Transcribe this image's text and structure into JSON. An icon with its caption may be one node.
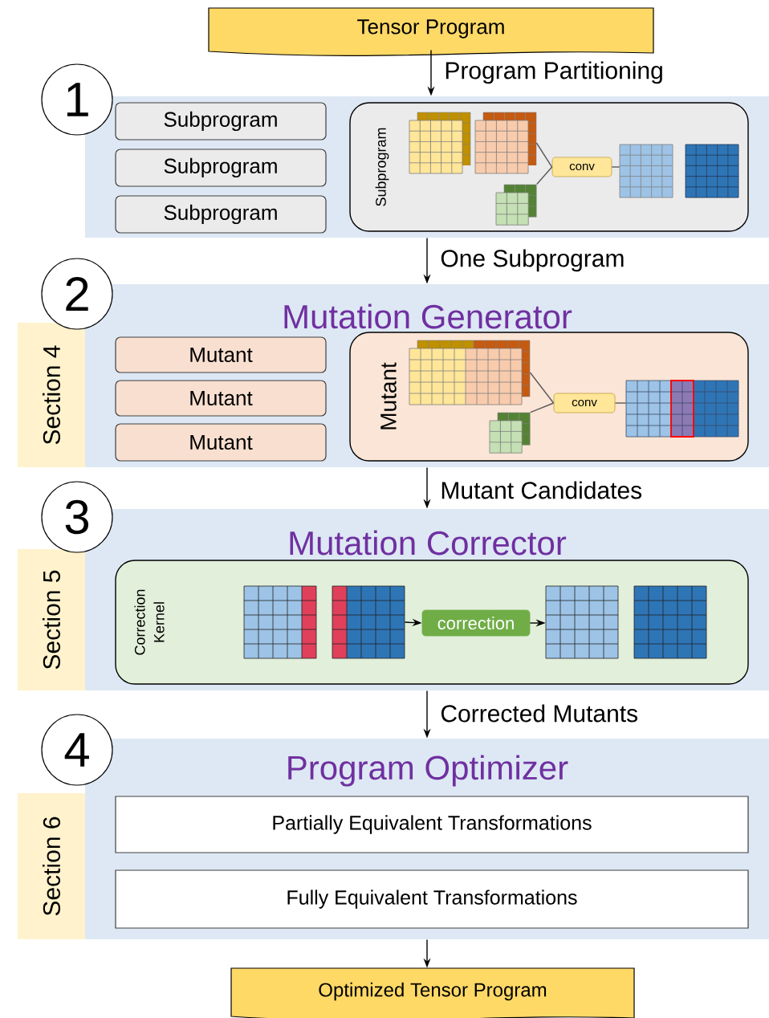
{
  "diagram": {
    "nodes": [
      {
        "text": [
          "Tensor Program"
        ]
      },
      {
        "text": [
          "1"
        ]
      },
      {
        "text": [],
        "shape": "box"
      },
      {
        "text": [
          "Subprogram"
        ],
        "in": 2
      },
      {
        "text": [
          "Subprogram"
        ],
        "in": 2
      },
      {
        "text": [
          "Subprogram"
        ],
        "in": 2
      },
      {
        "text": [
          "Subprogram"
        ],
        "in": 2
      },
      {
        "text": [],
        "shape": "grid",
        "in": 6
      },
      {
        "text": [],
        "shape": "grid",
        "in": 6
      },
      {
        "text": [],
        "shape": "grid",
        "in": 6
      },
      {
        "text": [
          "conv"
        ],
        "in": 6
      },
      {
        "text": [],
        "shape": "grid",
        "in": 6
      },
      {
        "text": [],
        "shape": "grid",
        "in": 6
      },
      {
        "text": [
          "2"
        ]
      },
      {
        "text": [
          "Section 4"
        ]
      },
      {
        "text": [
          "Mutation Generator"
        ]
      },
      {
        "text": [
          "Mutant"
        ],
        "in": 15
      },
      {
        "text": [
          "Mutant"
        ],
        "in": 15
      },
      {
        "text": [
          "Mutant"
        ],
        "in": 15
      },
      {
        "text": [
          "Mutant"
        ],
        "in": 15
      },
      {
        "text": [],
        "shape": "grid",
        "in": 19
      },
      {
        "text": [],
        "shape": "grid",
        "in": 19
      },
      {
        "text": [
          "conv"
        ],
        "in": 19
      },
      {
        "text": [],
        "shape": "grid",
        "in": 19
      },
      {
        "text": [
          "3"
        ]
      },
      {
        "text": [
          "Section 5"
        ]
      },
      {
        "text": [
          "Mutation Corrector"
        ]
      },
      {
        "text": [
          "Correction Kernel"
        ],
        "in": 26
      },
      {
        "text": [],
        "shape": "grid",
        "in": 27
      },
      {
        "text": [],
        "shape": "grid",
        "in": 27
      },
      {
        "text": [
          "correction"
        ],
        "in": 27
      },
      {
        "text": [],
        "shape": "grid",
        "in": 27
      },
      {
        "text": [],
        "shape": "grid",
        "in": 27
      },
      {
        "text": [
          "4"
        ]
      },
      {
        "text": [
          "Section 6"
        ]
      },
      {
        "text": [
          "Program Optimizer"
        ]
      },
      {
        "text": [
          "Partially Equivalent Transformations"
        ],
        "in": 35
      },
      {
        "text": [
          "Fully Equivalent Transformations"
        ],
        "in": 35
      },
      {
        "text": [
          "Optimized Tensor Program"
        ]
      }
    ],
    "edges": [
      {
        "from": 0,
        "to": 2,
        "arrow": "to",
        "label": "Program Partitioning"
      },
      {
        "from": 8,
        "to": 10,
        "arrow": "none",
        "color": "#595959"
      },
      {
        "from": 9,
        "to": 10,
        "arrow": "none",
        "color": "#595959"
      },
      {
        "from": 10,
        "to": 11,
        "arrow": "none",
        "color": "#595959"
      },
      {
        "from": 2,
        "to": 15,
        "arrow": "to",
        "label": "One Subprogram"
      },
      {
        "from": 20,
        "to": 22,
        "arrow": "none",
        "color": "#595959"
      },
      {
        "from": 21,
        "to": 22,
        "arrow": "none",
        "color": "#595959"
      },
      {
        "from": 22,
        "to": 23,
        "arrow": "none",
        "color": "#595959"
      },
      {
        "from": 15,
        "to": 26,
        "arrow": "to",
        "label": "Mutant Candidates"
      },
      {
        "from": 29,
        "to": 30,
        "arrow": "to"
      },
      {
        "from": 30,
        "to": 31,
        "arrow": "to"
      },
      {
        "from": 26,
        "to": 35,
        "arrow": "to",
        "label": "Corrected Mutants"
      },
      {
        "from": 35,
        "to": 38,
        "arrow": "to"
      }
    ]
  }
}
